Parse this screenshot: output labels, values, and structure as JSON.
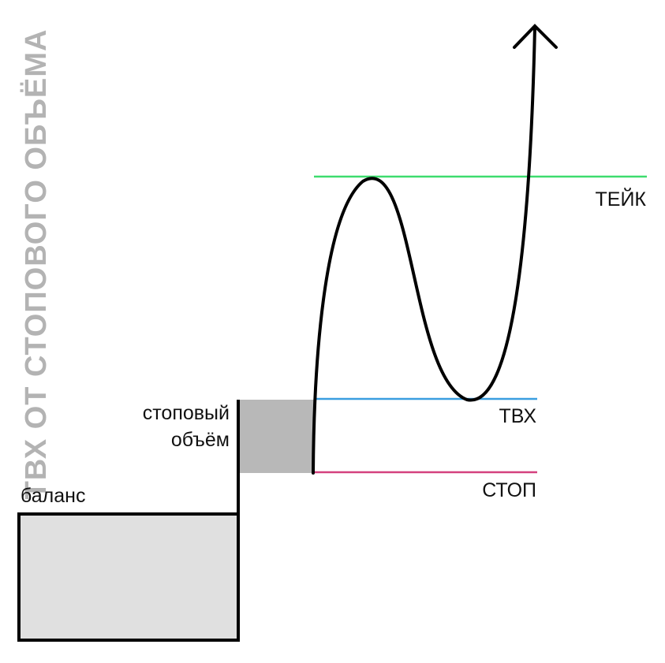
{
  "title": "ТВХ ОТ СТОПОВОГО ОБЪЁМА",
  "labels": {
    "balance": "баланс",
    "stop_volume_line1": "стоповый",
    "stop_volume_line2": "объём",
    "take": "ТЕЙК",
    "entry": "ТВХ",
    "stop": "СТОП"
  },
  "colors": {
    "title": "#b3b3b3",
    "balance_fill": "#e0e0e0",
    "stop_volume_fill": "#b8b8b8",
    "take_line": "#3ddc6e",
    "entry_line": "#3a9ee0",
    "stop_line": "#d4417e",
    "price_path": "#000000"
  },
  "icons": {
    "path_end": "arrow-up-icon"
  }
}
